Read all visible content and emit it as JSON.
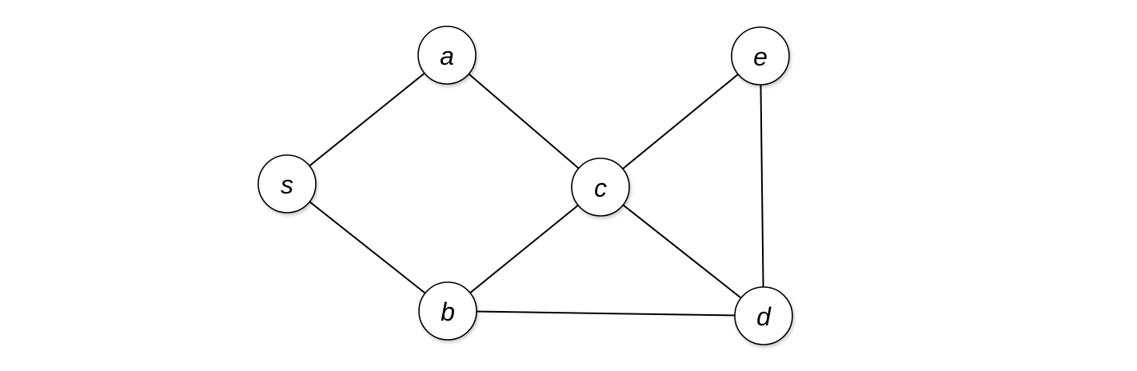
{
  "graph": {
    "nodes": [
      {
        "id": "a",
        "label": "a"
      },
      {
        "id": "e",
        "label": "e"
      },
      {
        "id": "s",
        "label": "s"
      },
      {
        "id": "c",
        "label": "c"
      },
      {
        "id": "b",
        "label": "b"
      },
      {
        "id": "d",
        "label": "d"
      }
    ],
    "edges": [
      [
        "s",
        "a"
      ],
      [
        "a",
        "c"
      ],
      [
        "s",
        "b"
      ],
      [
        "b",
        "c"
      ],
      [
        "c",
        "e"
      ],
      [
        "c",
        "d"
      ],
      [
        "b",
        "d"
      ],
      [
        "e",
        "d"
      ]
    ]
  }
}
